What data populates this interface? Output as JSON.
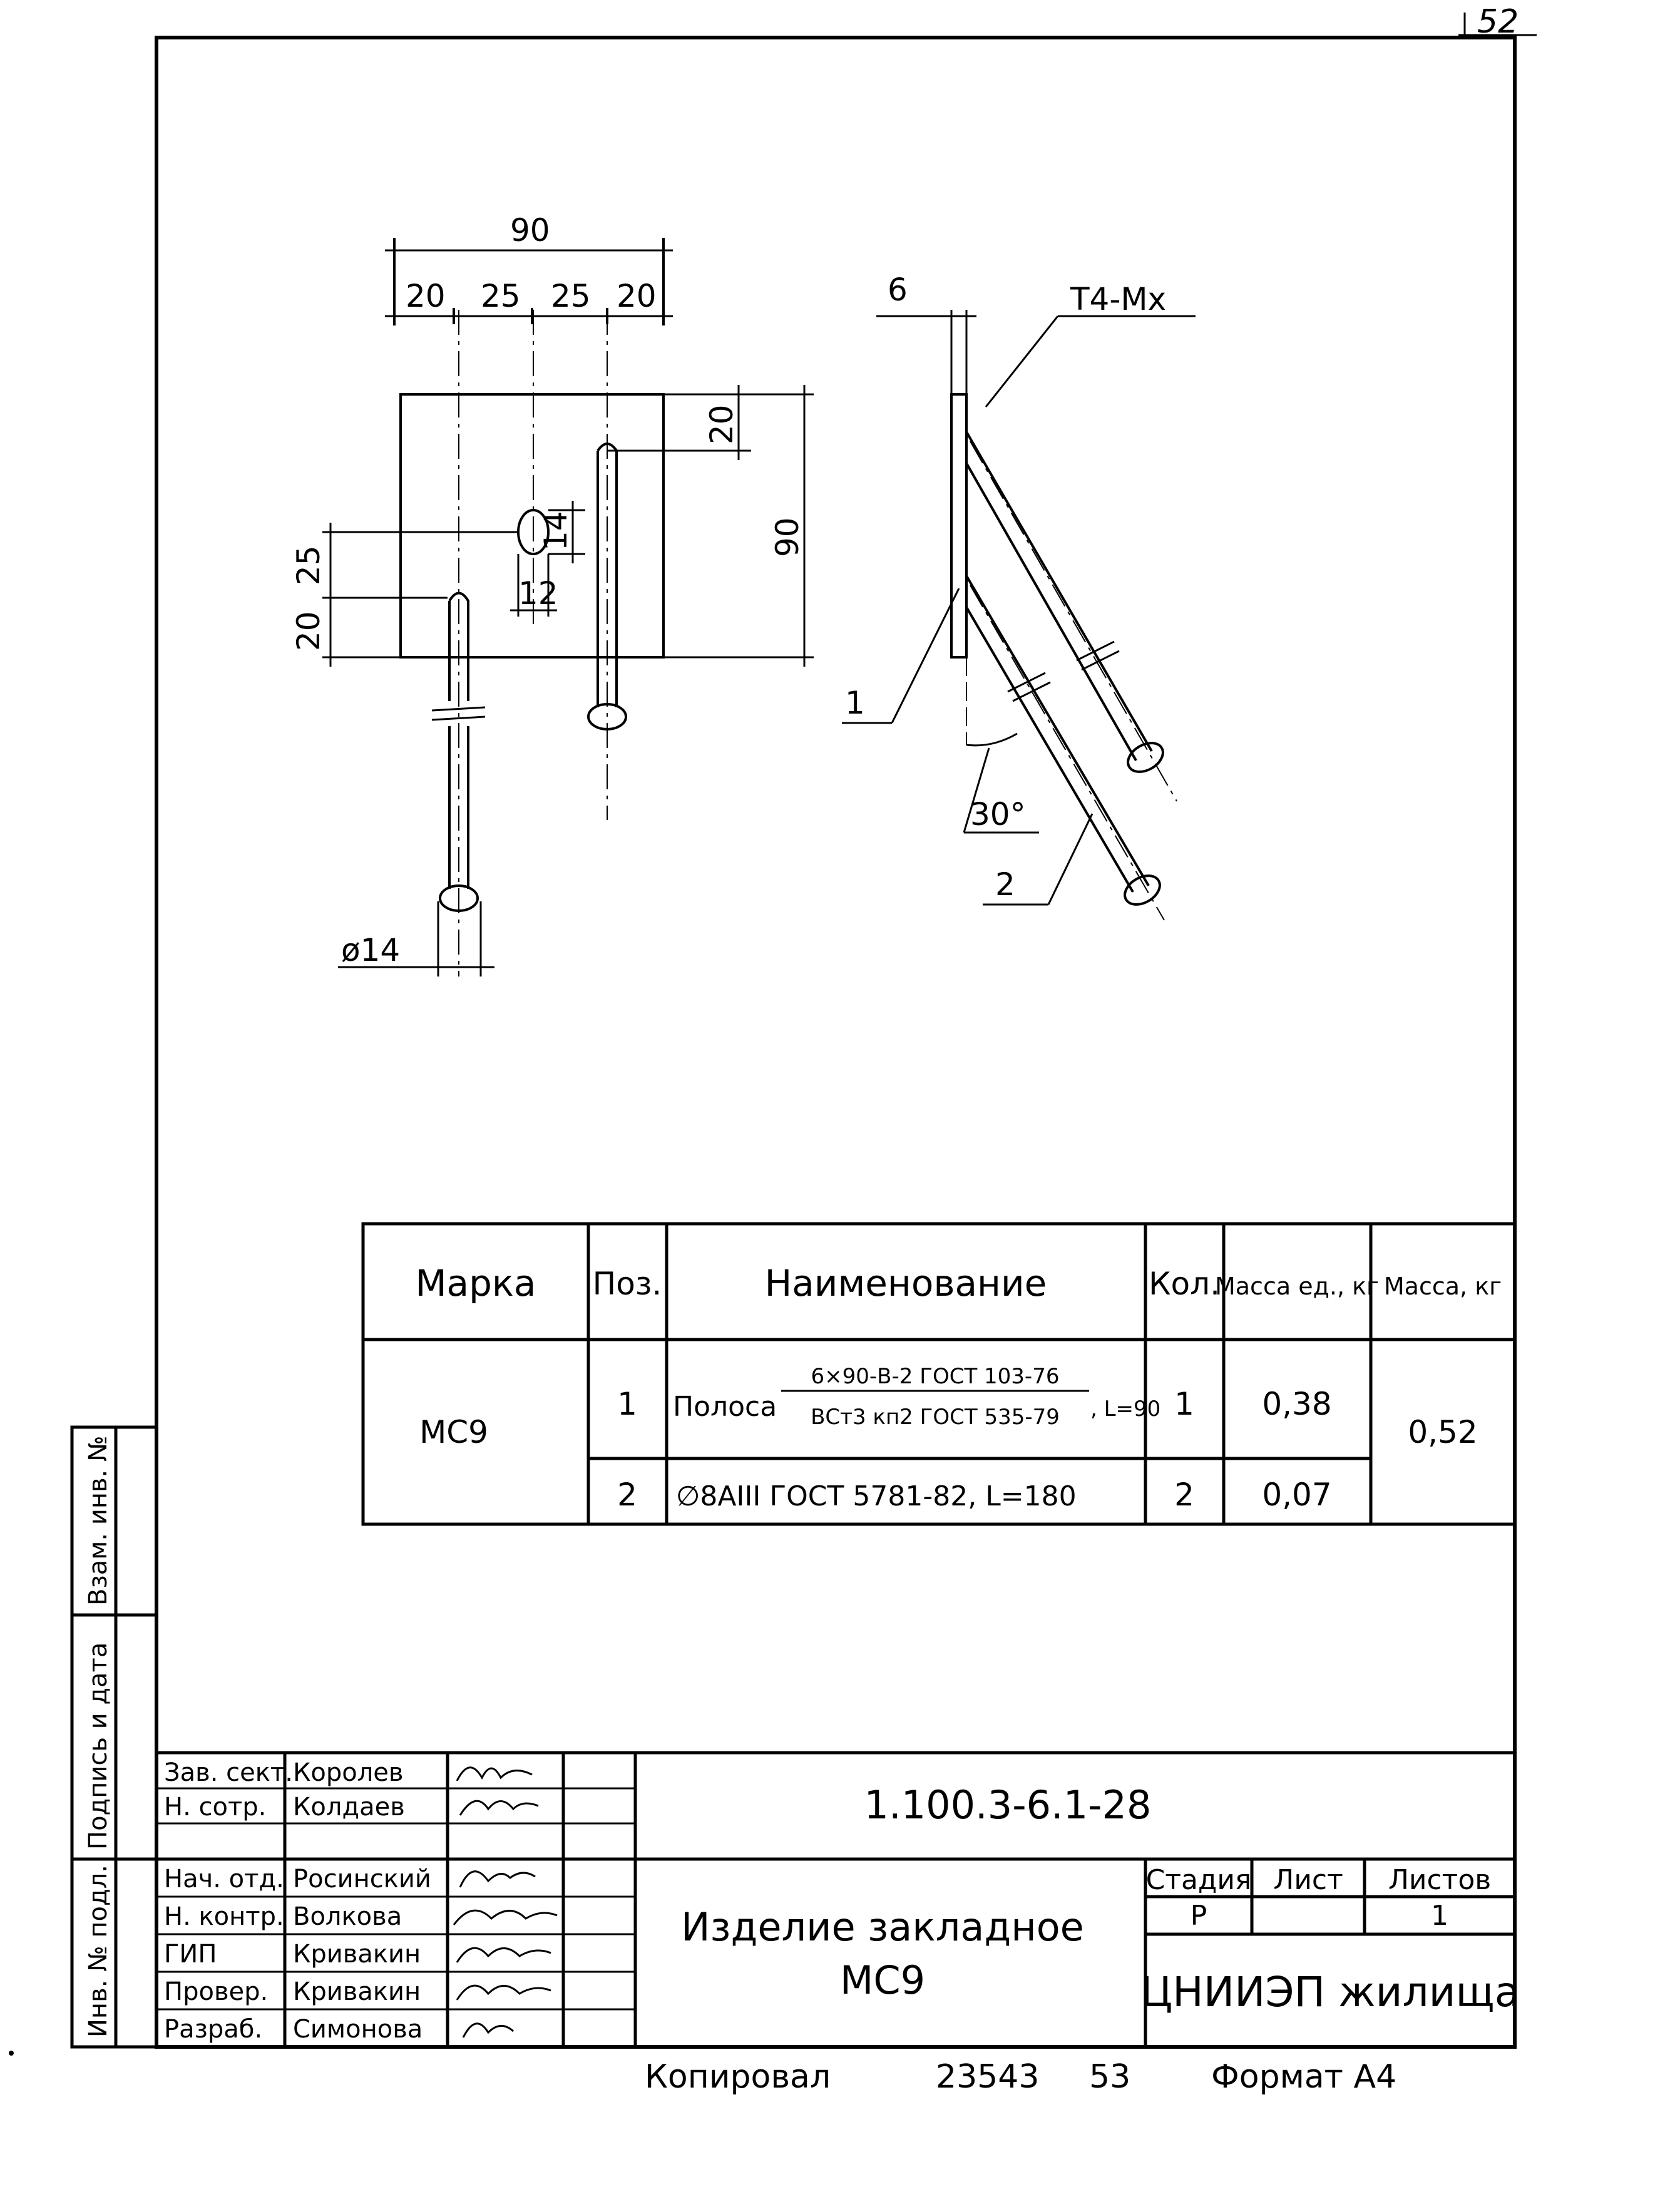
{
  "page_number": "52",
  "dimensions": {
    "plate_width": "90",
    "segments": [
      "20",
      "25",
      "25",
      "20"
    ],
    "top_offset": "20",
    "plate_height": "90",
    "hole_vert": "14",
    "hole_width": "12",
    "left_25": "25",
    "left_20": "20",
    "diameter": "ø14",
    "thickness": "6",
    "weld": "Т4-Мх",
    "angle": "30°",
    "pos1": "1",
    "pos2": "2"
  },
  "spec_table": {
    "headers": [
      "Марка",
      "Поз.",
      "Наименование",
      "Кол.",
      "Масса ед., кг",
      "Масса, кг"
    ],
    "mark": "МС9",
    "total_mass": "0,52",
    "rows": [
      {
        "pos": "1",
        "name_prefix": "Полоса",
        "name_top": "6×90-В-2 ГОСТ 103-76",
        "name_bottom": "ВСт3 кп2 ГОСТ 535-79",
        "name_suffix": ", L=90",
        "qty": "1",
        "unit_mass": "0,38"
      },
      {
        "pos": "2",
        "name": "∅8АIII ГОСТ 5781-82, L=180",
        "qty": "2",
        "unit_mass": "0,07"
      }
    ]
  },
  "side_stamp": [
    "Инв. № подл.",
    "Подпись и дата",
    "Взам. инв. №"
  ],
  "title_block": {
    "designation": "1.100.3-6.1-28",
    "title_line1": "Изделие закладное",
    "title_line2": "МС9",
    "stage_label": "Стадия",
    "sheet_label": "Лист",
    "sheets_label": "Листов",
    "stage": "Р",
    "sheets": "1",
    "organization": "ЦНИИЭП жилища",
    "roles": [
      {
        "role": "Зав. сект.",
        "name": "Королев"
      },
      {
        "role": "Н. сотр.",
        "name": "Колдаев"
      },
      {
        "role": "",
        "name": ""
      },
      {
        "role": "Нач. отд.",
        "name": "Росинский"
      },
      {
        "role": "Н. контр.",
        "name": "Волкова"
      },
      {
        "role": "ГИП",
        "name": "Кривакин"
      },
      {
        "role": "Провер.",
        "name": "Кривакин"
      },
      {
        "role": "Разраб.",
        "name": "Симонова"
      }
    ]
  },
  "footer": {
    "copied": "Копировал",
    "num1": "23543",
    "num2": "53",
    "format": "Формат А4"
  }
}
